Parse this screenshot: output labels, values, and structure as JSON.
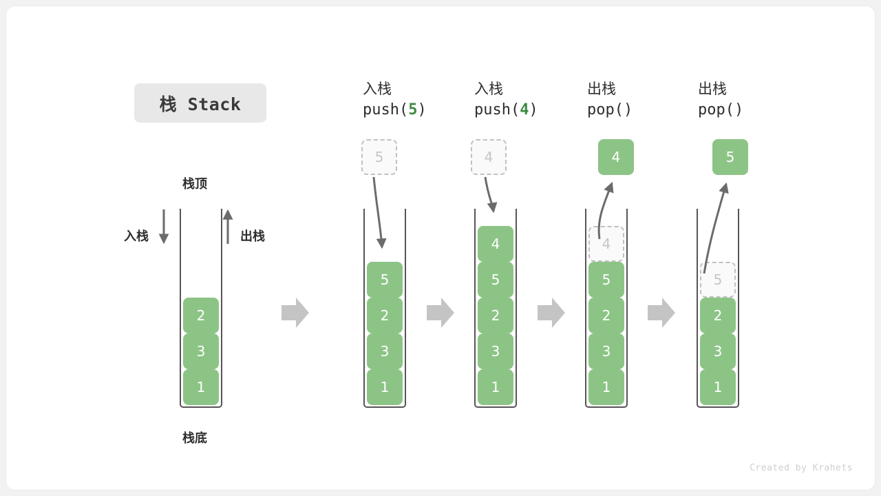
{
  "title_badge": {
    "label": "栈 Stack"
  },
  "labels": {
    "top": "栈顶",
    "bottom": "栈底",
    "push": "入栈",
    "pop": "出栈"
  },
  "credit": "Created by Krahets",
  "colors": {
    "cell_fill": "#8cc486",
    "cell_text": "#ffffff",
    "ghost_fill": "#fafafa",
    "ghost_border": "#c0c0c0",
    "ghost_text": "#c6c6c6",
    "frame_stroke": "#555555",
    "arrow_gray": "#6b6b6b",
    "separator_arrow": "#c4c4c4",
    "badge_bg": "#e8e8e8",
    "code_number": "#3d8b40",
    "card_bg": "#ffffff",
    "page_bg": "#f2f2f2"
  },
  "columns": [
    {
      "id": "initial",
      "header_cn": "",
      "header_code": "",
      "cells_bottom_to_top": [
        "1",
        "3",
        "2"
      ],
      "float_box": null,
      "annotations": [
        "栈顶",
        "栈底",
        "入栈",
        "出栈"
      ]
    },
    {
      "id": "push5",
      "header_cn": "入栈",
      "header_code_prefix": "push(",
      "header_code_num": "5",
      "header_code_suffix": ")",
      "cells_bottom_to_top": [
        "1",
        "3",
        "2",
        "5"
      ],
      "float_box": {
        "kind": "ghost",
        "value": "5"
      },
      "arrow": "down-into-stack"
    },
    {
      "id": "push4",
      "header_cn": "入栈",
      "header_code_prefix": "push(",
      "header_code_num": "4",
      "header_code_suffix": ")",
      "cells_bottom_to_top": [
        "1",
        "3",
        "2",
        "5",
        "4"
      ],
      "float_box": {
        "kind": "ghost",
        "value": "4"
      },
      "arrow": "down-into-stack"
    },
    {
      "id": "pop4",
      "header_cn": "出栈",
      "header_code_prefix": "pop(",
      "header_code_num": "",
      "header_code_suffix": ")",
      "cells_bottom_to_top": [
        "1",
        "3",
        "2",
        "5"
      ],
      "ghost_cell_top": "4",
      "float_box": {
        "kind": "solid",
        "value": "4"
      },
      "arrow": "up-out-of-stack"
    },
    {
      "id": "pop5",
      "header_cn": "出栈",
      "header_code_prefix": "pop(",
      "header_code_num": "",
      "header_code_suffix": ")",
      "cells_bottom_to_top": [
        "1",
        "3",
        "2"
      ],
      "ghost_cell_top": "5",
      "float_box": {
        "kind": "solid",
        "value": "5"
      },
      "arrow": "up-out-of-stack"
    }
  ],
  "separators": [
    "arrow-right",
    "arrow-right",
    "arrow-right",
    "arrow-right"
  ]
}
